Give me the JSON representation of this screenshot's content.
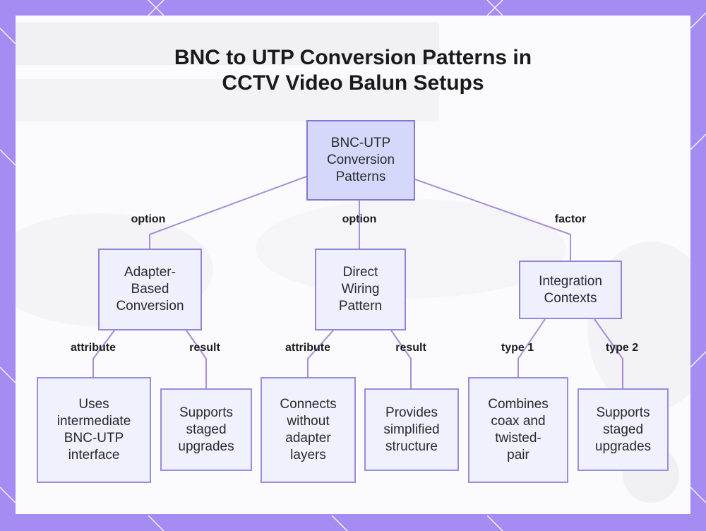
{
  "title": "BNC to UTP Conversion Patterns in\nCCTV Video Balun Setups",
  "colors": {
    "frame": "#a48cf2",
    "node_fill": "#eceffd",
    "node_border": "#9283d6",
    "edge": "#a78ed8"
  },
  "nodes": {
    "root": "BNC-UTP\nConversion\nPatterns",
    "adapter": "Adapter-\nBased\nConversion",
    "direct": "Direct\nWiring\nPattern",
    "integration": "Integration\nContexts",
    "uses": "Uses\nintermediate\nBNC-UTP\ninterface",
    "supports1": "Supports\nstaged\nupgrades",
    "connects": "Connects\nwithout\nadapter\nlayers",
    "provides": "Provides\nsimplified\nstructure",
    "combines": "Combines\ncoax and\ntwisted-\npair",
    "supports2": "Supports\nstaged\nupgrades"
  },
  "edge_labels": {
    "root_adapter": "option",
    "root_direct": "option",
    "root_integration": "factor",
    "adapter_uses": "attribute",
    "adapter_supports1": "result",
    "direct_connects": "attribute",
    "direct_provides": "result",
    "integration_combines": "type 1",
    "integration_supports2": "type 2"
  }
}
